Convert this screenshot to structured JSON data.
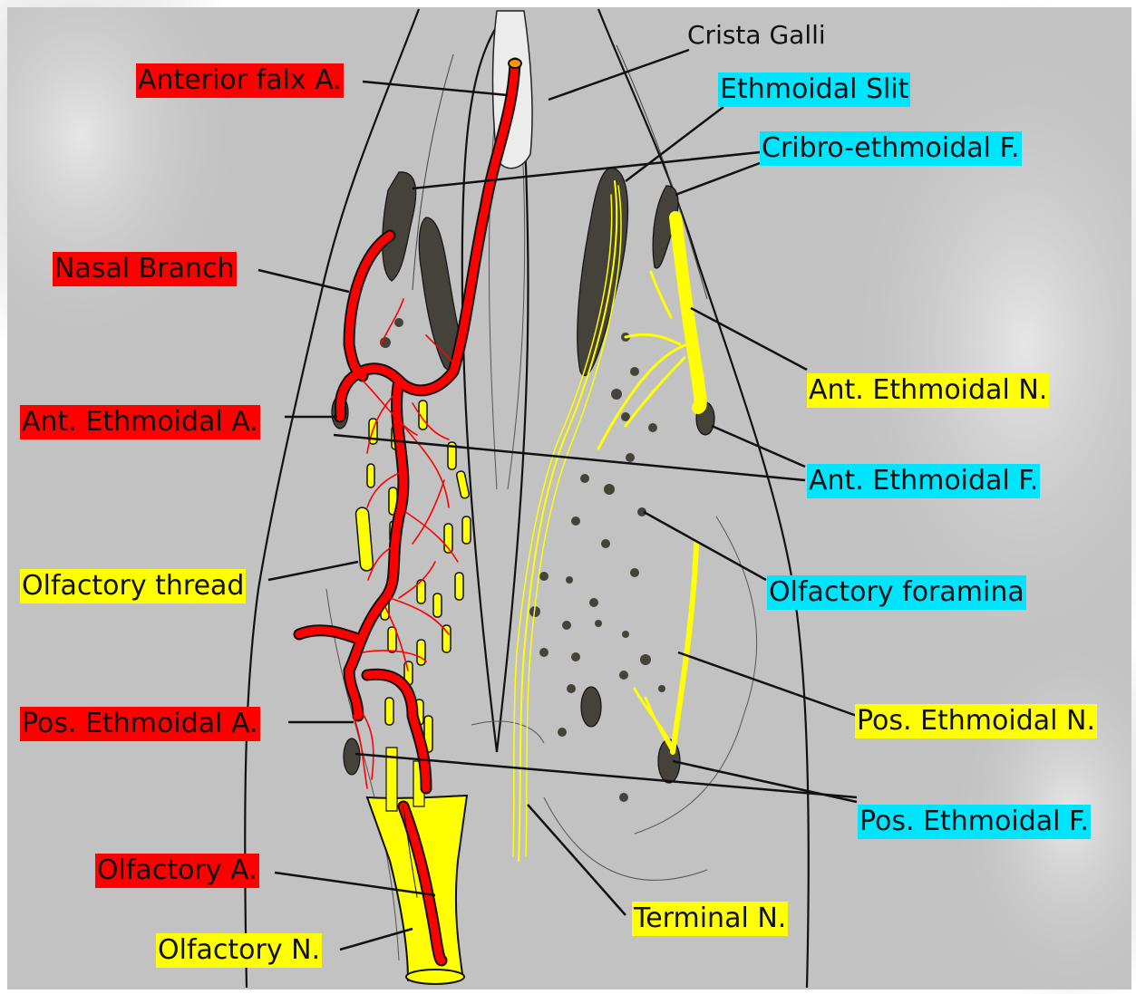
{
  "colors": {
    "artery": "#ff0000",
    "nerve": "#ffff00",
    "foramen": "#00e5ff",
    "background": "#c2c2c2",
    "bone_dark": "#45423b"
  },
  "labels": {
    "anterior_falx_a": "Anterior falx A.",
    "crista_galli": "Crista Galli",
    "ethmoidal_slit": "Ethmoidal Slit",
    "cribro_ethmoidal_f": "Cribro-ethmoidal F.",
    "nasal_branch": "Nasal Branch",
    "ant_ethmoidal_n": "Ant. Ethmoidal N.",
    "ant_ethmoidal_a": "Ant. Ethmoidal A.",
    "ant_ethmoidal_f": "Ant. Ethmoidal F.",
    "olfactory_thread": "Olfactory thread",
    "olfactory_foramina": "Olfactory foramina",
    "pos_ethmoidal_n": "Pos. Ethmoidal N.",
    "pos_ethmoidal_a": "Pos. Ethmoidal A.",
    "pos_ethmoidal_f": "Pos. Ethmoidal F.",
    "olfactory_a": "Olfactory A.",
    "terminal_n": "Terminal N.",
    "olfactory_n": "Olfactory N."
  }
}
